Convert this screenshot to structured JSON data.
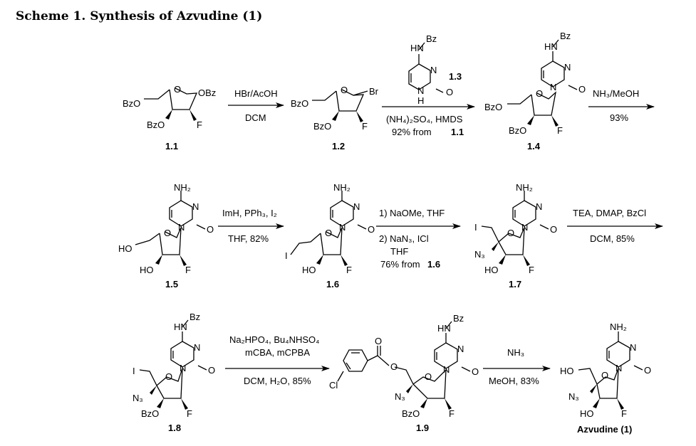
{
  "title": "Scheme 1. Synthesis of Azvudine (1)",
  "compounds": {
    "c1_1": {
      "id": "1.1"
    },
    "c1_2": {
      "id": "1.2"
    },
    "c1_3": {
      "id": "1.3"
    },
    "c1_4": {
      "id": "1.4"
    },
    "c1_5": {
      "id": "1.5"
    },
    "c1_6": {
      "id": "1.6"
    },
    "c1_7": {
      "id": "1.7"
    },
    "c1_8": {
      "id": "1.8"
    },
    "c1_9": {
      "id": "1.9"
    },
    "azvudine": {
      "id": "Azvudine (1)"
    }
  },
  "atom_labels": {
    "O": "O",
    "OBz": "OBz",
    "BzO": "BzO",
    "F": "F",
    "Br": "Br",
    "N": "N",
    "H": "H",
    "HN": "HN",
    "Bz": "Bz",
    "NH2": "NH₂",
    "HO": "HO",
    "I": "I",
    "N3": "N₃",
    "Cl": "Cl"
  },
  "steps": [
    {
      "above": "HBr/AcOH",
      "below": [
        "DCM"
      ]
    },
    {
      "above": "",
      "below": [
        "(NH₄)₂SO₄, HMDS",
        "92% from"
      ],
      "below_ref": "1.1"
    },
    {
      "above": "NH₃/MeOH",
      "below": [
        "93%"
      ]
    },
    {
      "above": "ImH, PPh₃, I₂",
      "below": [
        "THF, 82%"
      ]
    },
    {
      "above": "1) NaOMe, THF",
      "below": [
        "2) NaN₃, ICl",
        "THF",
        "76% from"
      ],
      "below_ref": "1.6"
    },
    {
      "above": "TEA, DMAP, BzCl",
      "below": [
        "DCM, 85%"
      ]
    },
    {
      "above": "Na₂HPO₄, Bu₄NHSO₄",
      "above2": "mCBA, mCPBA",
      "below": [
        "DCM, H₂O, 85%"
      ]
    },
    {
      "above": "NH₃",
      "below": [
        "MeOH, 83%"
      ]
    }
  ]
}
